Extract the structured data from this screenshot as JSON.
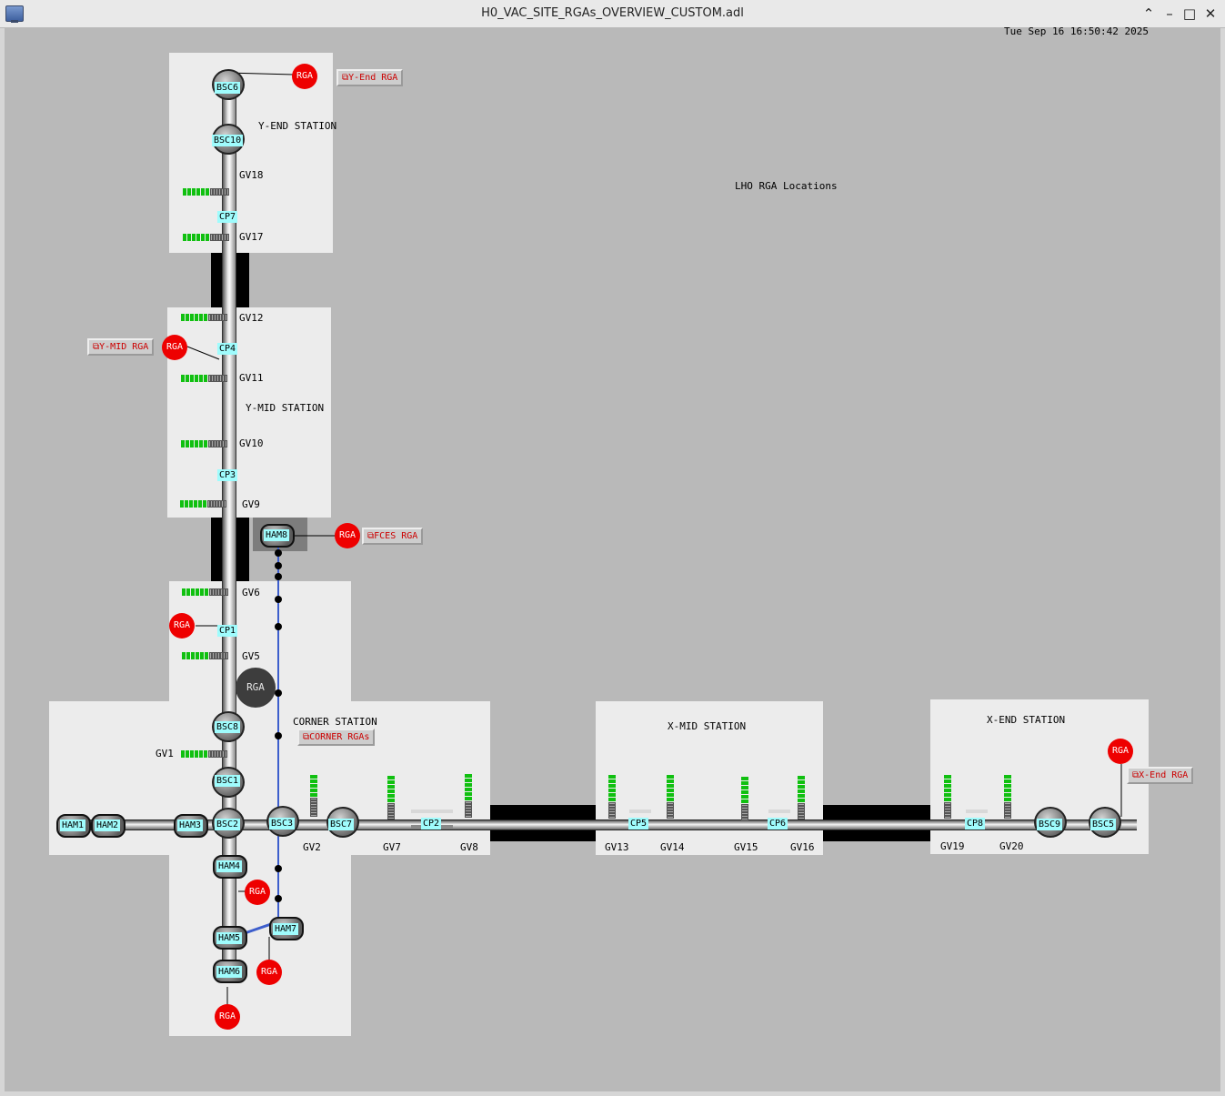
{
  "window": {
    "title": "H0_VAC_SITE_RGAs_OVERVIEW_CUSTOM.adl",
    "app_icon": "monitor-icon",
    "controls": [
      "chevron-up-icon",
      "minimize-icon",
      "maximize-icon",
      "close-icon"
    ],
    "control_glyphs": {
      "chevron_up": "⌃",
      "minimize": "–",
      "maximize": "□",
      "close": "✕"
    }
  },
  "header": {
    "timestamp": "Tue Sep 16 16:50:42 2025",
    "site_label": "LHO RGA Locations"
  },
  "stations": {
    "y_end": "Y-END STATION",
    "y_mid": "Y-MID STATION",
    "corner": "CORNER STATION",
    "x_mid": "X-MID STATION",
    "x_end": "X-END STATION"
  },
  "related_displays": {
    "y_end": "Y-End RGA",
    "y_mid": "Y-MID RGA",
    "fces": "FCES RGA",
    "corner": "CORNER RGAs",
    "x_end": "X-End RGA",
    "icon": "related-display-icon",
    "glyph": "⧉"
  },
  "rga_label": "RGA",
  "colors": {
    "background": "#b9b9b9",
    "station_fill": "#ececec",
    "device_label": "#9ffcfd",
    "rga_active": "#ee0000",
    "rga_inactive": "#3d3d3d",
    "gauge_green": "#10c010",
    "link_line": "#3d5ecc",
    "related_text": "#cc0000"
  },
  "chambers": {
    "bsc6": "BSC6",
    "bsc10": "BSC10",
    "bsc8": "BSC8",
    "bsc1": "BSC1",
    "bsc2": "BSC2",
    "bsc3": "BSC3",
    "bsc7": "BSC7",
    "bsc9": "BSC9",
    "bsc5": "BSC5",
    "ham1": "HAM1",
    "ham2": "HAM2",
    "ham3": "HAM3",
    "ham4": "HAM4",
    "ham5": "HAM5",
    "ham6": "HAM6",
    "ham7": "HAM7",
    "ham8": "HAM8"
  },
  "gate_valves": {
    "gv1": "GV1",
    "gv2": "GV2",
    "gv5": "GV5",
    "gv6": "GV6",
    "gv7": "GV7",
    "gv8": "GV8",
    "gv9": "GV9",
    "gv10": "GV10",
    "gv11": "GV11",
    "gv12": "GV12",
    "gv13": "GV13",
    "gv14": "GV14",
    "gv15": "GV15",
    "gv16": "GV16",
    "gv17": "GV17",
    "gv18": "GV18",
    "gv19": "GV19",
    "gv20": "GV20"
  },
  "cryopumps": {
    "cp1": "CP1",
    "cp2": "CP2",
    "cp3": "CP3",
    "cp4": "CP4",
    "cp5": "CP5",
    "cp6": "CP6",
    "cp7": "CP7",
    "cp8": "CP8"
  }
}
